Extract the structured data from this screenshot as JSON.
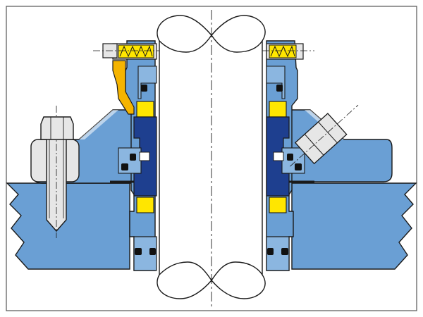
{
  "diagram": {
    "kind": "mechanical-seal-cross-section",
    "colors": {
      "housing": "#6a9fd4",
      "housing_light": "#8bb6e0",
      "seal_face": "#1e3f8f",
      "spring_insert": "#ffe600",
      "clamp": "#f5b400",
      "metal": "#e6e6e6",
      "outline": "#1a1a1a",
      "oring": "#111111",
      "frame": "#555555"
    },
    "parts": [
      "shaft",
      "pump-housing",
      "gland-plate",
      "seal-cartridge-left",
      "seal-cartridge-right",
      "rotating-face",
      "spring-insert",
      "set-screw",
      "clamp-ring",
      "stud-bolt",
      "hex-nut",
      "flush-connection",
      "o-ring"
    ]
  }
}
